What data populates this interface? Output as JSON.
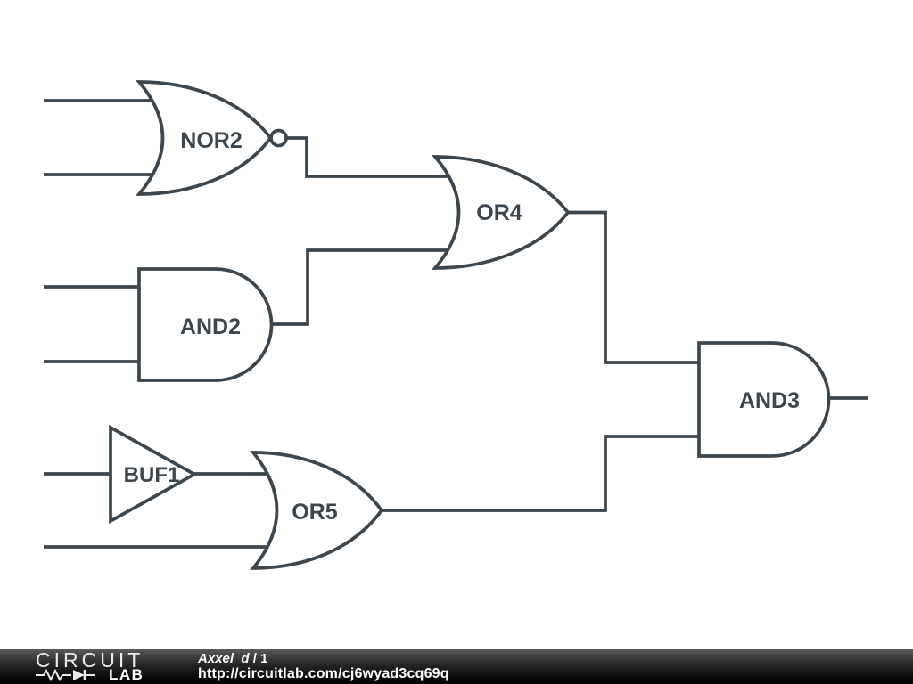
{
  "colors": {
    "wire": "#3c464c",
    "gate_fill": "#ffffff",
    "canvas_background": "#ffffff",
    "footer_background": "#000000",
    "footer_text": "#ffffff"
  },
  "diagram": {
    "gates": [
      {
        "label": "NOR2",
        "kind": "nor"
      },
      {
        "label": "OR4",
        "kind": "or"
      },
      {
        "label": "AND2",
        "kind": "and"
      },
      {
        "label": "BUF1",
        "kind": "buffer"
      },
      {
        "label": "OR5",
        "kind": "or"
      },
      {
        "label": "AND3",
        "kind": "and"
      }
    ]
  },
  "footer": {
    "logo_top": "CIRCUIT",
    "logo_bottom": "LAB",
    "title": "Axxel_d",
    "separator": "/",
    "page_number": "1",
    "url": "http://circuitlab.com/cj6wyad3cq69q"
  }
}
